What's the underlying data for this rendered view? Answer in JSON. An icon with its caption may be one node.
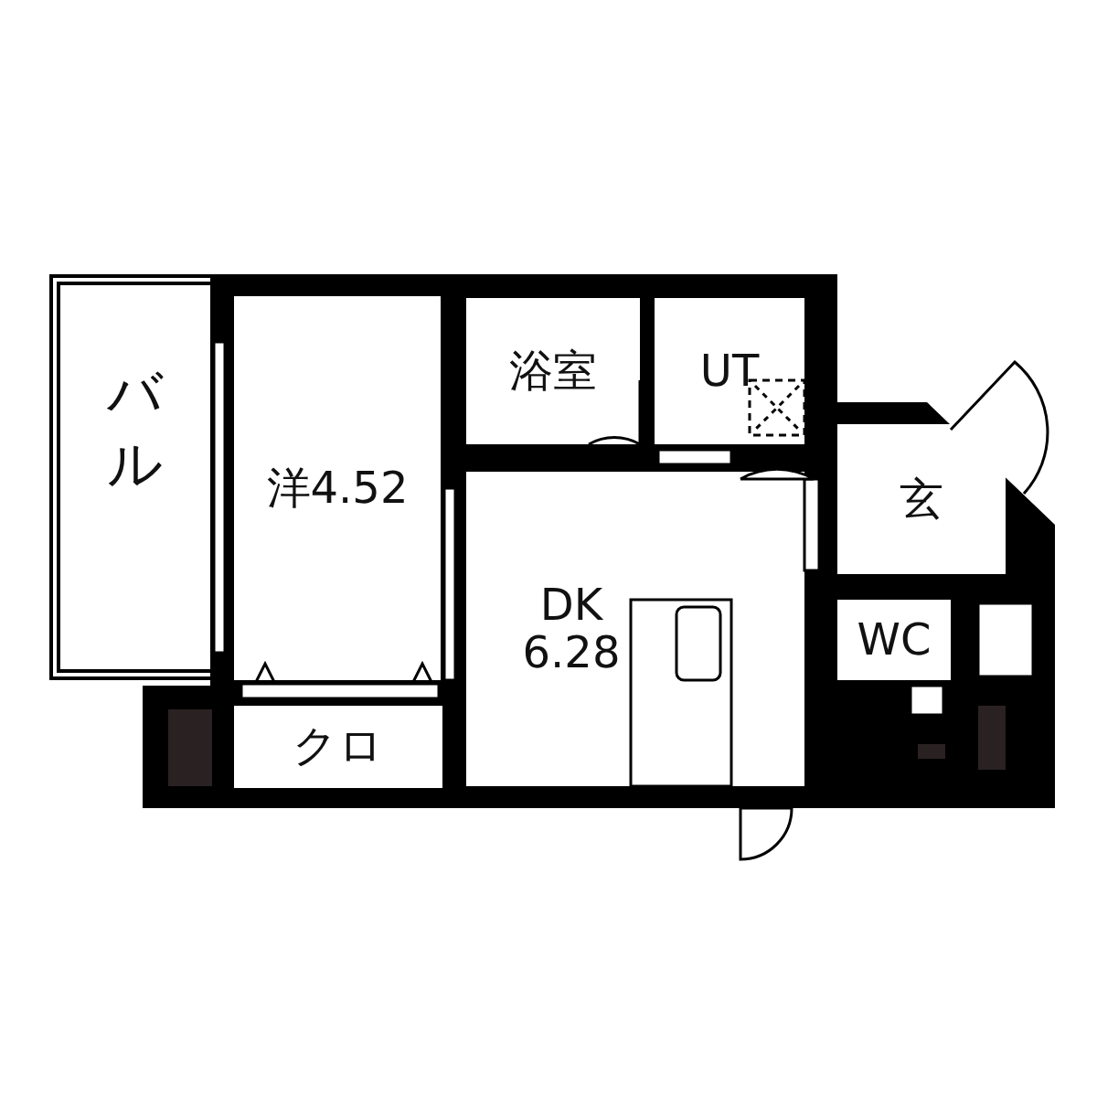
{
  "diagram": {
    "nodes": [
      {
        "text": [
          "バル"
        ]
      },
      {
        "text": [
          "洋4.52"
        ]
      },
      {
        "text": [
          "クロ"
        ]
      },
      {
        "text": [
          "浴室"
        ]
      },
      {
        "text": [
          "UT"
        ]
      },
      {
        "text": [
          "DK 6.28"
        ]
      },
      {
        "text": [
          "玄"
        ]
      },
      {
        "text": [
          "WC"
        ]
      }
    ]
  }
}
